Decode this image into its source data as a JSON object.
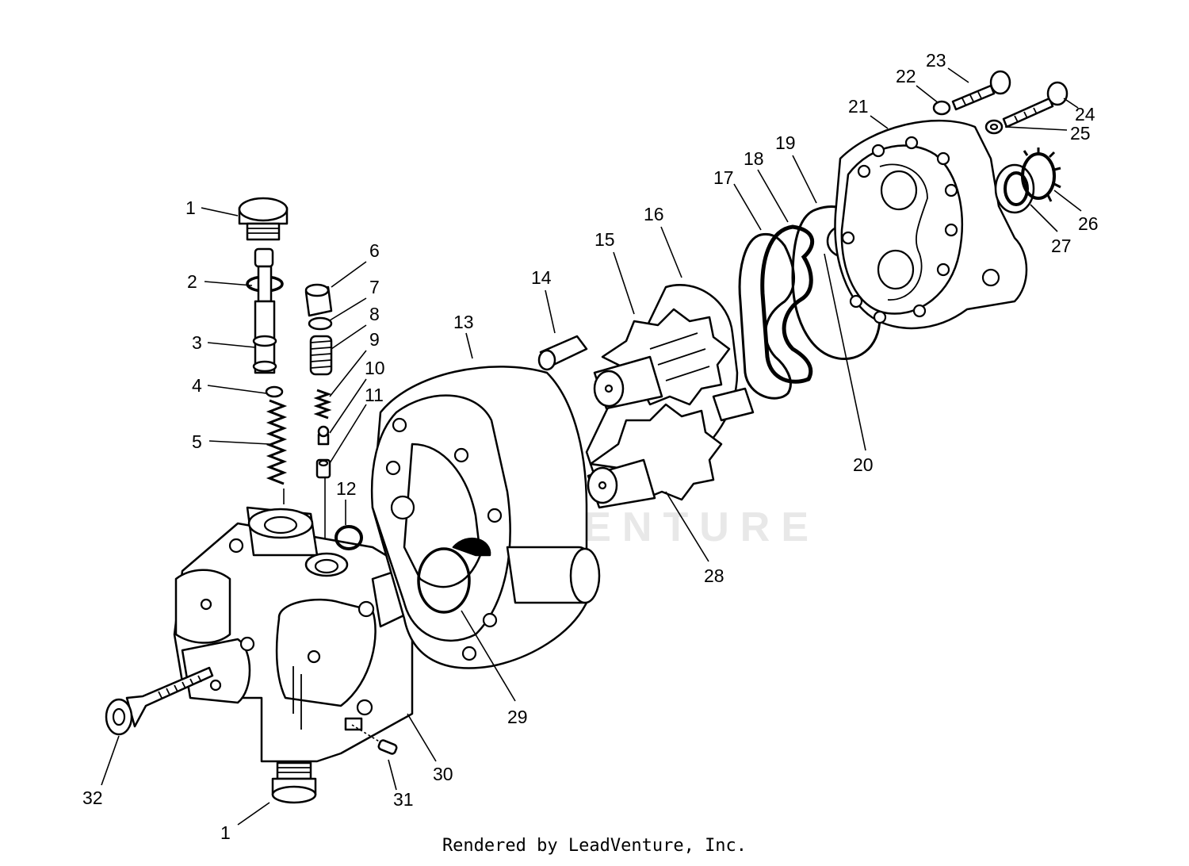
{
  "watermark": "LEADVENTURE",
  "footer": {
    "credit": "Rendered by LeadVenture, Inc."
  },
  "callouts": [
    {
      "id": "c1a",
      "label": "1"
    },
    {
      "id": "c2",
      "label": "2"
    },
    {
      "id": "c3",
      "label": "3"
    },
    {
      "id": "c4",
      "label": "4"
    },
    {
      "id": "c5",
      "label": "5"
    },
    {
      "id": "c6",
      "label": "6"
    },
    {
      "id": "c7",
      "label": "7"
    },
    {
      "id": "c8",
      "label": "8"
    },
    {
      "id": "c9",
      "label": "9"
    },
    {
      "id": "c10",
      "label": "10"
    },
    {
      "id": "c11",
      "label": "11"
    },
    {
      "id": "c12",
      "label": "12"
    },
    {
      "id": "c13",
      "label": "13"
    },
    {
      "id": "c14",
      "label": "14"
    },
    {
      "id": "c15",
      "label": "15"
    },
    {
      "id": "c16",
      "label": "16"
    },
    {
      "id": "c17",
      "label": "17"
    },
    {
      "id": "c18",
      "label": "18"
    },
    {
      "id": "c19",
      "label": "19"
    },
    {
      "id": "c20",
      "label": "20"
    },
    {
      "id": "c21",
      "label": "21"
    },
    {
      "id": "c22",
      "label": "22"
    },
    {
      "id": "c23",
      "label": "23"
    },
    {
      "id": "c24",
      "label": "24"
    },
    {
      "id": "c25",
      "label": "25"
    },
    {
      "id": "c26",
      "label": "26"
    },
    {
      "id": "c27",
      "label": "27"
    },
    {
      "id": "c28",
      "label": "28"
    },
    {
      "id": "c29",
      "label": "29"
    },
    {
      "id": "c30",
      "label": "30"
    },
    {
      "id": "c31",
      "label": "31"
    },
    {
      "id": "c32",
      "label": "32"
    },
    {
      "id": "c1b",
      "label": "1"
    }
  ]
}
